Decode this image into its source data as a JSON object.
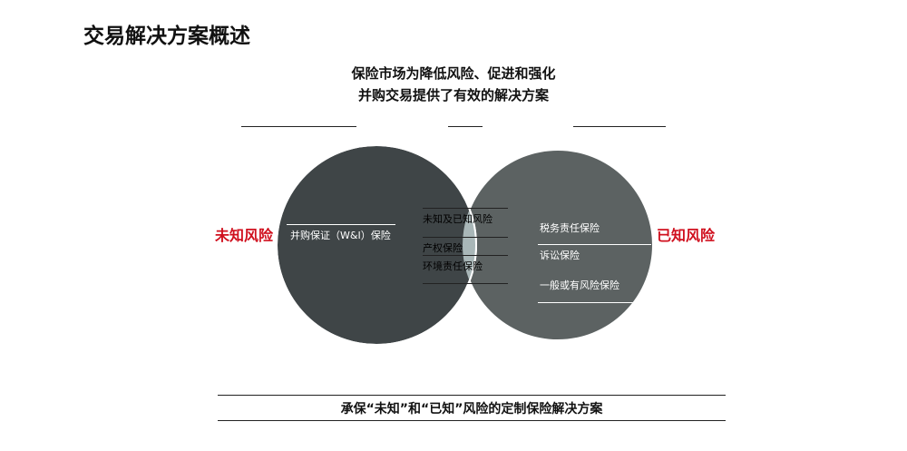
{
  "header": {
    "title": "交易解决方案概述"
  },
  "subtitle": {
    "line1": "保险市场为降低风险、促进和强化",
    "line2": "并购交易提供了有效的解决方案"
  },
  "venn": {
    "left_label": "未知风险",
    "right_label": "已知风险",
    "left_items": [
      "并购保证（W&I）保险"
    ],
    "center_items": [
      "未知及已知风险",
      "产权保险",
      "环境责任保险"
    ],
    "right_items": [
      "税务责任保险",
      "诉讼保险",
      "一般或有风险保险"
    ]
  },
  "footer": {
    "caption": "承保“未知”和“已知”风险的定制保险解决方案"
  },
  "colors": {
    "left_circle": "#3f4547",
    "right_circle": "#5c6262",
    "overlap": "#a9b7b8",
    "accent_red": "#d0101e"
  }
}
